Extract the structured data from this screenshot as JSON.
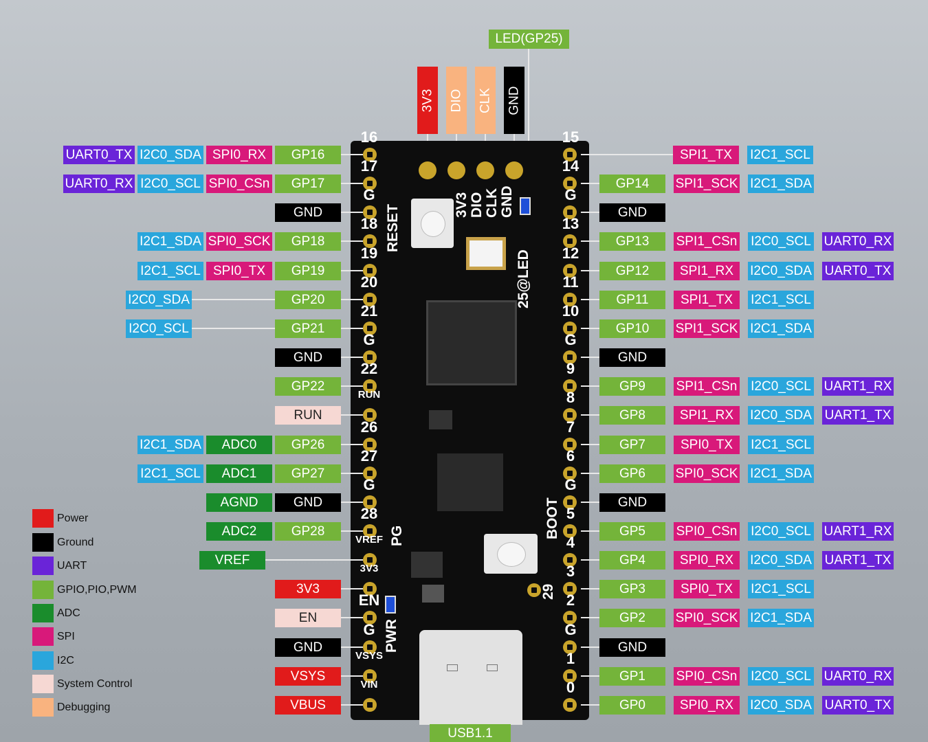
{
  "header_pins": [
    "3V3",
    "DIO",
    "CLK",
    "GND"
  ],
  "led_label": "LED(GP25)",
  "usb_label": "USB1.1",
  "left_pins": [
    {
      "num": "16",
      "tags": [
        [
          "uart",
          "UART0_TX"
        ],
        [
          "i2c",
          "I2C0_SDA"
        ],
        [
          "spi",
          "SPI0_RX"
        ],
        [
          "gpio",
          "GP16"
        ]
      ]
    },
    {
      "num": "17",
      "tags": [
        [
          "uart",
          "UART0_RX"
        ],
        [
          "i2c",
          "I2C0_SCL"
        ],
        [
          "spi",
          "SPI0_CSn"
        ],
        [
          "gpio",
          "GP17"
        ]
      ]
    },
    {
      "num": "G",
      "tags": [
        [
          "gnd",
          "GND"
        ]
      ]
    },
    {
      "num": "18",
      "tags": [
        [
          "i2c",
          "I2C1_SDA"
        ],
        [
          "spi",
          "SPI0_SCK"
        ],
        [
          "gpio",
          "GP18"
        ]
      ]
    },
    {
      "num": "19",
      "tags": [
        [
          "i2c",
          "I2C1_SCL"
        ],
        [
          "spi",
          "SPI0_TX"
        ],
        [
          "gpio",
          "GP19"
        ]
      ]
    },
    {
      "num": "20",
      "tags": [
        [
          "i2c",
          "I2C0_SDA"
        ],
        [
          "gpio",
          "GP20"
        ]
      ]
    },
    {
      "num": "21",
      "tags": [
        [
          "i2c",
          "I2C0_SCL"
        ],
        [
          "gpio",
          "GP21"
        ]
      ]
    },
    {
      "num": "G",
      "tags": [
        [
          "gnd",
          "GND"
        ]
      ]
    },
    {
      "num": "22",
      "tags": [
        [
          "gpio",
          "GP22"
        ]
      ]
    },
    {
      "num": "RUN",
      "tags": [
        [
          "sys",
          "RUN"
        ]
      ]
    },
    {
      "num": "26",
      "tags": [
        [
          "i2c",
          "I2C1_SDA"
        ],
        [
          "adc",
          "ADC0"
        ],
        [
          "gpio",
          "GP26"
        ]
      ]
    },
    {
      "num": "27",
      "tags": [
        [
          "i2c",
          "I2C1_SCL"
        ],
        [
          "adc",
          "ADC1"
        ],
        [
          "gpio",
          "GP27"
        ]
      ]
    },
    {
      "num": "G",
      "tags": [
        [
          "adc",
          "AGND"
        ],
        [
          "gnd",
          "GND"
        ]
      ]
    },
    {
      "num": "28",
      "tags": [
        [
          "adc",
          "ADC2"
        ],
        [
          "gpio",
          "GP28"
        ]
      ]
    },
    {
      "num": "VREF",
      "tags": [
        [
          "adc",
          "VREF"
        ]
      ]
    },
    {
      "num": "3V3",
      "tags": [
        [
          "pwr",
          "3V3"
        ]
      ]
    },
    {
      "num": "EN",
      "tags": [
        [
          "sys",
          "EN"
        ]
      ]
    },
    {
      "num": "G",
      "tags": [
        [
          "gnd",
          "GND"
        ]
      ]
    },
    {
      "num": "VSYS",
      "tags": [
        [
          "pwr",
          "VSYS"
        ]
      ]
    },
    {
      "num": "VIN",
      "tags": [
        [
          "pwr",
          "VBUS"
        ]
      ]
    }
  ],
  "right_pins": [
    {
      "num": "15",
      "tags": [
        [
          "spi",
          "SPI1_TX"
        ],
        [
          "i2c",
          "I2C1_SCL"
        ]
      ]
    },
    {
      "num": "14",
      "tags": [
        [
          "gpio",
          "GP14"
        ],
        [
          "spi",
          "SPI1_SCK"
        ],
        [
          "i2c",
          "I2C1_SDA"
        ]
      ]
    },
    {
      "num": "G",
      "tags": [
        [
          "gnd",
          "GND"
        ]
      ]
    },
    {
      "num": "13",
      "tags": [
        [
          "gpio",
          "GP13"
        ],
        [
          "spi",
          "SPI1_CSn"
        ],
        [
          "i2c",
          "I2C0_SCL"
        ],
        [
          "uart",
          "UART0_RX"
        ]
      ]
    },
    {
      "num": "12",
      "tags": [
        [
          "gpio",
          "GP12"
        ],
        [
          "spi",
          "SPI1_RX"
        ],
        [
          "i2c",
          "I2C0_SDA"
        ],
        [
          "uart",
          "UART0_TX"
        ]
      ]
    },
    {
      "num": "11",
      "tags": [
        [
          "gpio",
          "GP11"
        ],
        [
          "spi",
          "SPI1_TX"
        ],
        [
          "i2c",
          "I2C1_SCL"
        ]
      ]
    },
    {
      "num": "10",
      "tags": [
        [
          "gpio",
          "GP10"
        ],
        [
          "spi",
          "SPI1_SCK"
        ],
        [
          "i2c",
          "I2C1_SDA"
        ]
      ]
    },
    {
      "num": "G",
      "tags": [
        [
          "gnd",
          "GND"
        ]
      ]
    },
    {
      "num": "9",
      "tags": [
        [
          "gpio",
          "GP9"
        ],
        [
          "spi",
          "SPI1_CSn"
        ],
        [
          "i2c",
          "I2C0_SCL"
        ],
        [
          "uart",
          "UART1_RX"
        ]
      ]
    },
    {
      "num": "8",
      "tags": [
        [
          "gpio",
          "GP8"
        ],
        [
          "spi",
          "SPI1_RX"
        ],
        [
          "i2c",
          "I2C0_SDA"
        ],
        [
          "uart",
          "UART1_TX"
        ]
      ]
    },
    {
      "num": "7",
      "tags": [
        [
          "gpio",
          "GP7"
        ],
        [
          "spi",
          "SPI0_TX"
        ],
        [
          "i2c",
          "I2C1_SCL"
        ]
      ]
    },
    {
      "num": "6",
      "tags": [
        [
          "gpio",
          "GP6"
        ],
        [
          "spi",
          "SPI0_SCK"
        ],
        [
          "i2c",
          "I2C1_SDA"
        ]
      ]
    },
    {
      "num": "G",
      "tags": [
        [
          "gnd",
          "GND"
        ]
      ]
    },
    {
      "num": "5",
      "tags": [
        [
          "gpio",
          "GP5"
        ],
        [
          "spi",
          "SPI0_CSn"
        ],
        [
          "i2c",
          "I2C0_SCL"
        ],
        [
          "uart",
          "UART1_RX"
        ]
      ]
    },
    {
      "num": "4",
      "tags": [
        [
          "gpio",
          "GP4"
        ],
        [
          "spi",
          "SPI0_RX"
        ],
        [
          "i2c",
          "I2C0_SDA"
        ],
        [
          "uart",
          "UART1_TX"
        ]
      ]
    },
    {
      "num": "3",
      "tags": [
        [
          "gpio",
          "GP3"
        ],
        [
          "spi",
          "SPI0_TX"
        ],
        [
          "i2c",
          "I2C1_SCL"
        ]
      ]
    },
    {
      "num": "2",
      "tags": [
        [
          "gpio",
          "GP2"
        ],
        [
          "spi",
          "SPI0_SCK"
        ],
        [
          "i2c",
          "I2C1_SDA"
        ]
      ]
    },
    {
      "num": "G",
      "tags": [
        [
          "gnd",
          "GND"
        ]
      ]
    },
    {
      "num": "1",
      "tags": [
        [
          "gpio",
          "GP1"
        ],
        [
          "spi",
          "SPI0_CSn"
        ],
        [
          "i2c",
          "I2C0_SCL"
        ],
        [
          "uart",
          "UART0_RX"
        ]
      ]
    },
    {
      "num": "0",
      "tags": [
        [
          "gpio",
          "GP0"
        ],
        [
          "spi",
          "SPI0_RX"
        ],
        [
          "i2c",
          "I2C0_SDA"
        ],
        [
          "uart",
          "UART0_TX"
        ]
      ]
    }
  ],
  "board_labels": {
    "pin29": "29",
    "silk_reset": "RESET",
    "silk_header": [
      "3V3",
      "DIO",
      "CLK",
      "GND"
    ],
    "silk_led": "25@LED",
    "silk_boot": "BOOT",
    "silk_pg": "PG",
    "silk_pwr": "PWR"
  },
  "legend": [
    {
      "color": "#e11b1b",
      "label": "Power"
    },
    {
      "color": "#000000",
      "label": "Ground"
    },
    {
      "color": "#6a24d8",
      "label": "UART"
    },
    {
      "color": "#74b43a",
      "label": "GPIO,PIO,PWM"
    },
    {
      "color": "#1a8c2c",
      "label": "ADC"
    },
    {
      "color": "#d8197a",
      "label": "SPI"
    },
    {
      "color": "#2aa6dc",
      "label": "I2C"
    },
    {
      "color": "#f6d8d3",
      "label": "System Control"
    },
    {
      "color": "#f9b37f",
      "label": "Debugging"
    }
  ]
}
